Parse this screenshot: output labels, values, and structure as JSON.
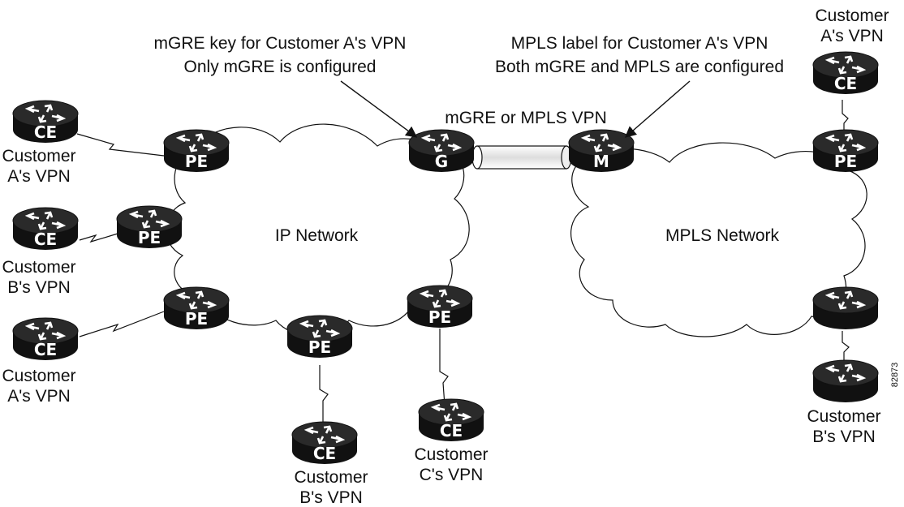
{
  "annotations": {
    "mgre_key": [
      "mGRE key for Customer A's VPN",
      "Only mGRE is configured"
    ],
    "mpls_label": [
      "MPLS label for Customer A's VPN",
      "Both mGRE and MPLS are configured"
    ],
    "tunnel": "mGRE or MPLS VPN"
  },
  "networks": {
    "ip": "IP Network",
    "mpls": "MPLS Network"
  },
  "routers": {
    "ce": "CE",
    "pe": "PE",
    "g": "G",
    "m": "M"
  },
  "customers": {
    "a_left_top": [
      "Customer",
      "A's VPN"
    ],
    "b_left": [
      "Customer",
      "B's VPN"
    ],
    "a_left_bottom": [
      "Customer",
      "A's VPN"
    ],
    "b_bottom": [
      "Customer",
      "B's VPN"
    ],
    "c_bottom": [
      "Customer",
      "C's VPN"
    ],
    "a_right_top": [
      "Customer",
      "A's VPN"
    ],
    "b_right_bottom": [
      "Customer",
      "B's VPN"
    ]
  },
  "figure_id": "82873",
  "colors": {
    "router_body": "#111111",
    "router_top": "#2a2a2a",
    "router_text": "#ffffff",
    "background": "#ffffff",
    "line": "#111111"
  },
  "icon_names": [
    "router-icon"
  ]
}
